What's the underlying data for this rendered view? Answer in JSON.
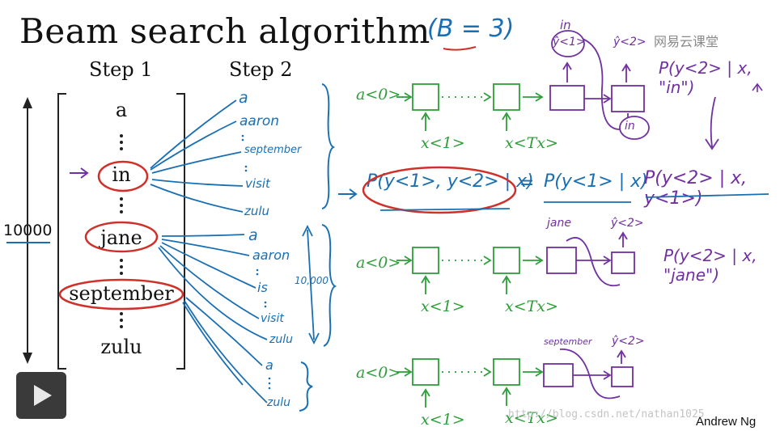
{
  "title": "Beam search algorithm",
  "beam_note": "(B = 3)",
  "logo_text": "网易云课堂",
  "step1_label": "Step 1",
  "step2_label": "Step 2",
  "vocab_size": "10000",
  "vocab_words": [
    "a",
    "in",
    "jane",
    "september",
    "zulu"
  ],
  "step2_words_in": [
    "a",
    "aaron",
    "september",
    "visit",
    "zulu"
  ],
  "step2_words_jane": [
    "a",
    "aaron",
    "is",
    "visit",
    "zulu"
  ],
  "step2_words_september": [
    "a",
    "zulu"
  ],
  "branch_size": "10,000",
  "net_labels": {
    "a0": "a<0>",
    "x1": "x<1>",
    "xTx": "x<Tx>",
    "y1hat": "ŷ<1>",
    "y2hat": "ŷ<2>",
    "in_out": "in",
    "in_feed": "in",
    "jane_out": "jane",
    "sept_out": "september"
  },
  "formulas": {
    "joint": "P(y<1>, y<2> | x)",
    "equals": "=",
    "p_y1": "P(y<1> | x)",
    "p_y2": "P(y<2> | x, y<1>)",
    "cond_in": "P(y<2> | x, \"in\")",
    "cond_jane": "P(y<2> | x, \"jane\")"
  },
  "author": "Andrew Ng",
  "watermark": "http://blog.csdn.net/nathan1025",
  "controls": {
    "play": "play-icon"
  },
  "colors": {
    "blue": "#1a6fb3",
    "green": "#2e9e3a",
    "purple": "#7030a0",
    "red": "#d0302a"
  }
}
